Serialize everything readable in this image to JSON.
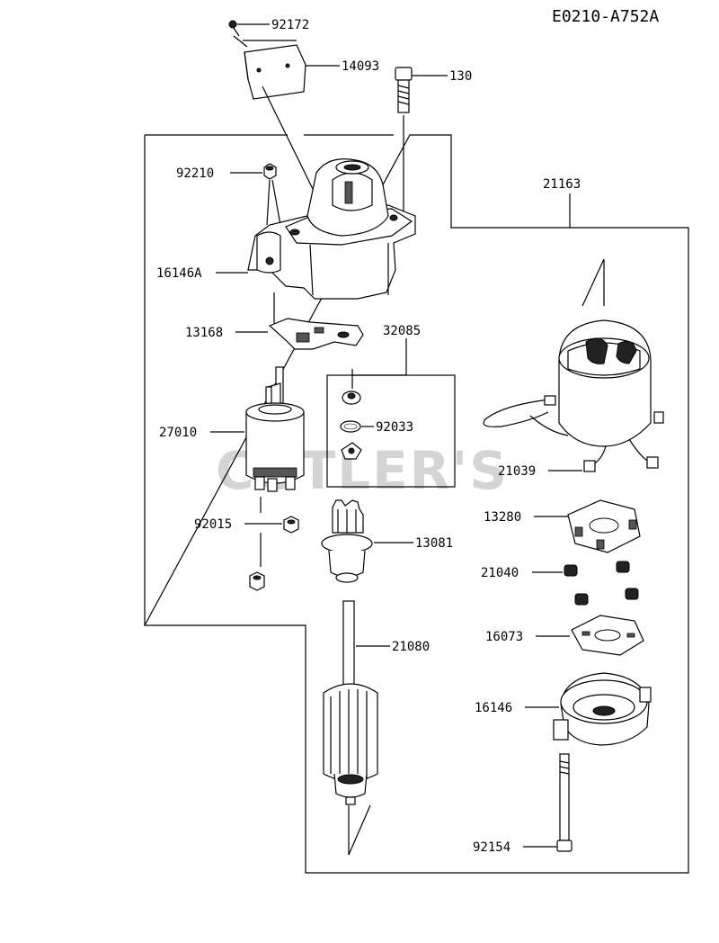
{
  "diagram": {
    "code": "E0210-A752A",
    "watermark": "CUTLER'S",
    "parts": {
      "p92172": "92172",
      "p14093": "14093",
      "p130": "130",
      "p92210": "92210",
      "p21163": "21163",
      "p16146A": "16146A",
      "p13168": "13168",
      "p32085": "32085",
      "p27010": "27010",
      "p92033": "92033",
      "p21039": "21039",
      "p92015": "92015",
      "p13280": "13280",
      "p13081": "13081",
      "p21040": "21040",
      "p21080": "21080",
      "p16073": "16073",
      "p16146": "16146",
      "p92154": "92154"
    }
  }
}
